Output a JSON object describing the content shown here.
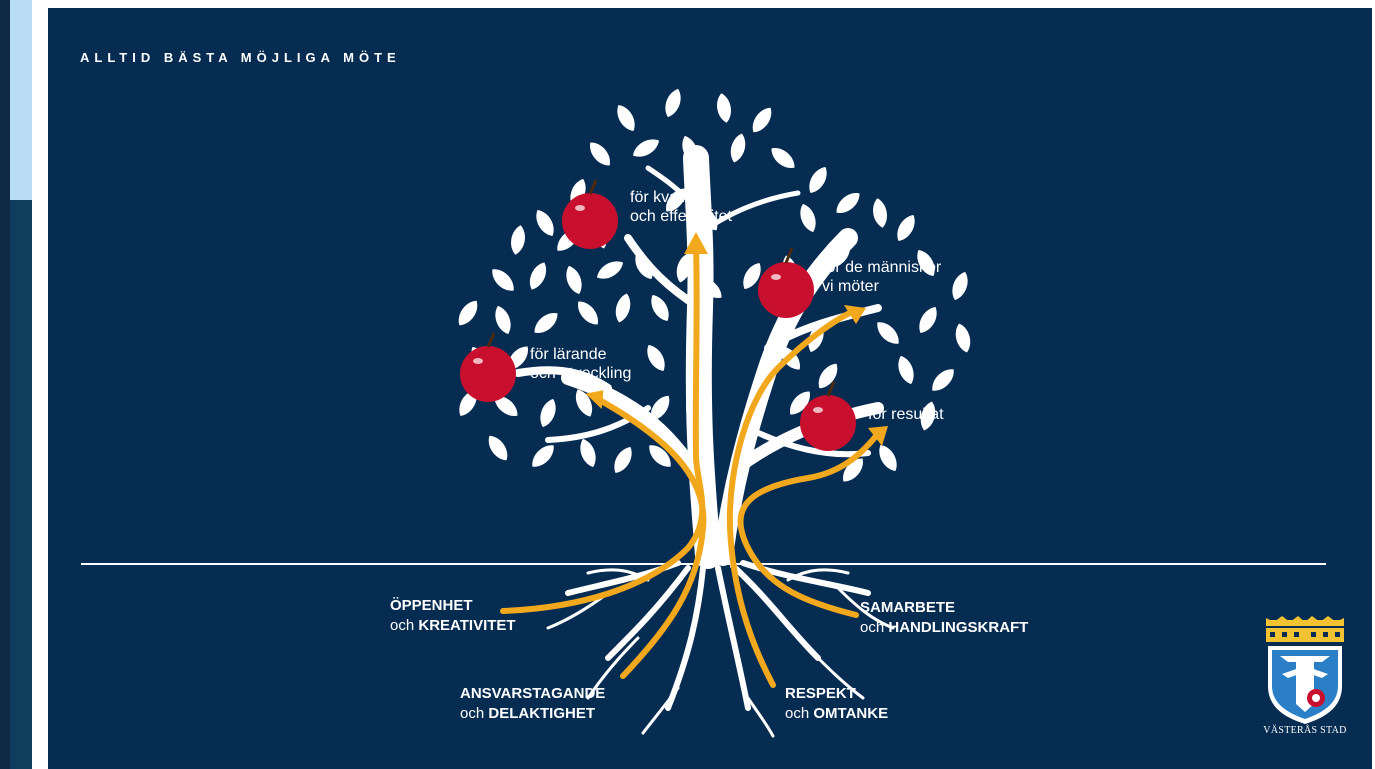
{
  "title": "ALLTID BÄSTA MÖJLIGA MÖTE",
  "goals": {
    "quality_1": "för kvalitet",
    "quality_2": "och effektivitet",
    "people_1": "för de människor",
    "people_2": "vi möter",
    "learning_1": "för lärande",
    "learning_2": "och utveckling",
    "results": "för resultat"
  },
  "values": {
    "openness_main": "ÖPPENHET",
    "openness_och": "och",
    "openness_sub": "KREATIVITET",
    "responsibility_main": "ANSVARSTAGANDE",
    "responsibility_och": "och",
    "responsibility_sub": "DELAKTIGHET",
    "respect_main": "RESPEKT",
    "respect_och": "och",
    "respect_sub": "OMTANKE",
    "cooperation_main": "SAMARBETE",
    "cooperation_och": "och",
    "cooperation_sub": "HANDLINGSKRAFT"
  },
  "logo": {
    "name": "VÄSTERÅS STAD"
  },
  "colors": {
    "background": "#062c52",
    "arrow": "#f2a81d",
    "apple": "#c8102e",
    "accent_light": "#b8dcf3"
  }
}
